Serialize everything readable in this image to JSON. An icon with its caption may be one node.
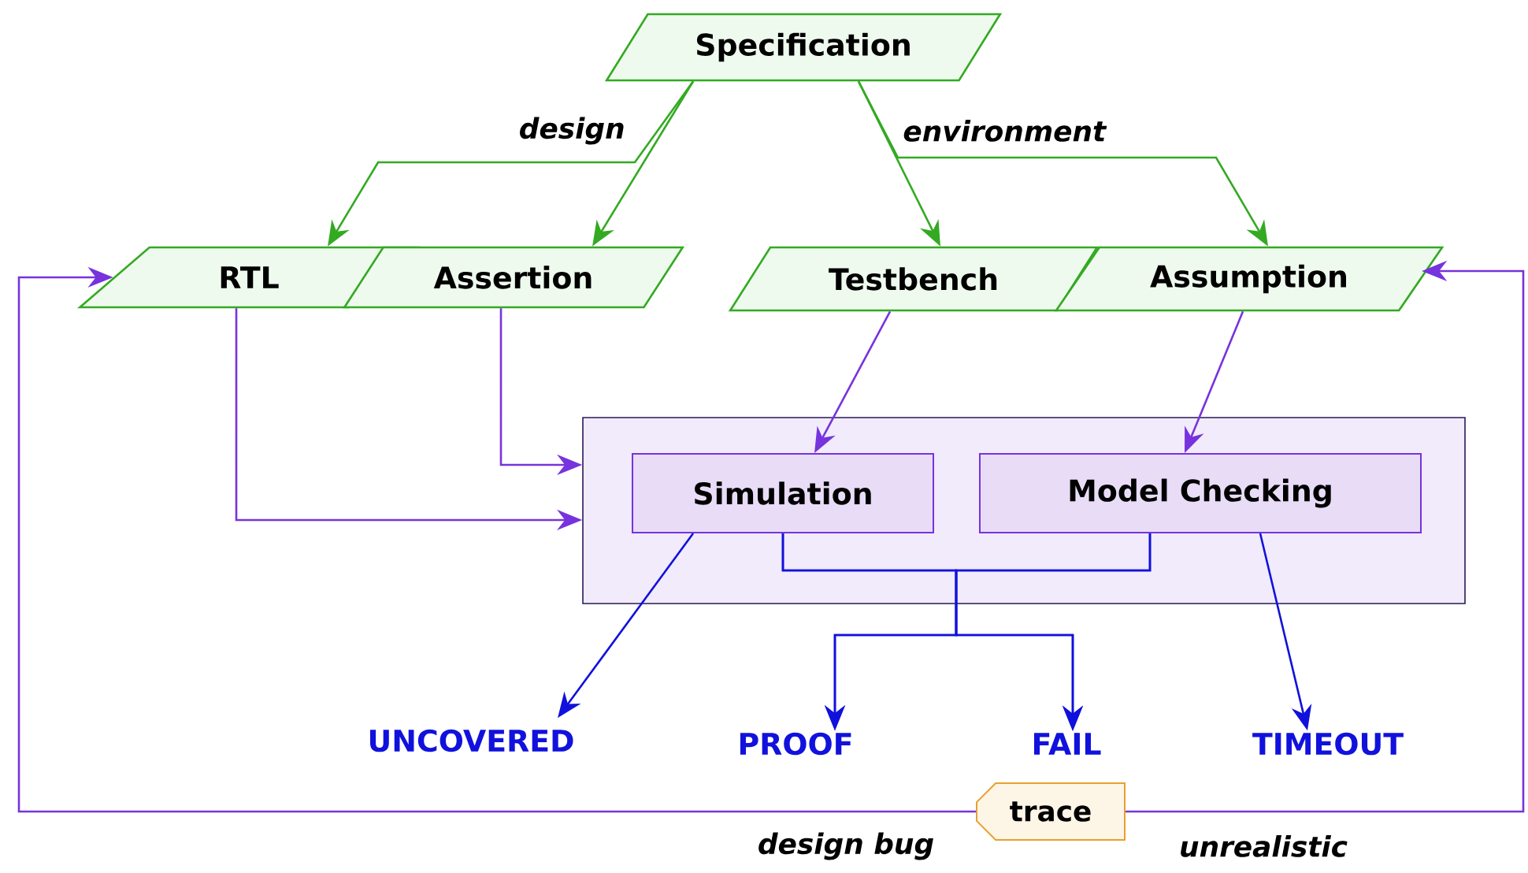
{
  "diagram": {
    "nodes": [
      {
        "text": [
          "Specification"
        ]
      },
      {
        "text": [
          "RTL"
        ]
      },
      {
        "text": [
          "Assertion"
        ]
      },
      {
        "text": [
          "Testbench"
        ]
      },
      {
        "text": [
          "Assumption"
        ]
      },
      {
        "text": [],
        "shape": "box"
      },
      {
        "text": [
          "Simulation"
        ],
        "in": 5
      },
      {
        "text": [
          "Model Checking"
        ],
        "in": 5
      },
      {
        "text": [
          "UNCOVERED"
        ]
      },
      {
        "text": [
          "PROOF"
        ]
      },
      {
        "text": [
          "FAIL"
        ]
      },
      {
        "text": [
          "TIMEOUT"
        ]
      },
      {
        "text": [
          "trace"
        ]
      }
    ],
    "edges": [
      {
        "from": 0,
        "to": 1,
        "arrow": "to",
        "label": "design",
        "color": "#33aa22"
      },
      {
        "from": 0,
        "to": 2,
        "arrow": "to",
        "color": "#33aa22"
      },
      {
        "from": 0,
        "to": 3,
        "arrow": "to",
        "color": "#33aa22"
      },
      {
        "from": 0,
        "to": 4,
        "arrow": "to",
        "label": "environment",
        "color": "#33aa22"
      },
      {
        "from": 1,
        "to": 5,
        "arrow": "to",
        "color": "#7733dd"
      },
      {
        "from": 2,
        "to": 5,
        "arrow": "to",
        "color": "#7733dd"
      },
      {
        "from": 3,
        "to": 6,
        "arrow": "to",
        "color": "#7733dd"
      },
      {
        "from": 4,
        "to": 7,
        "arrow": "to",
        "color": "#7733dd"
      },
      {
        "from": 6,
        "to": 8,
        "arrow": "to",
        "color": "#1111dd"
      },
      {
        "from": 6,
        "to": 9,
        "arrow": "to",
        "color": "#1111dd"
      },
      {
        "from": 6,
        "to": 10,
        "arrow": "to",
        "color": "#1111dd"
      },
      {
        "from": 7,
        "to": 9,
        "arrow": "to",
        "color": "#1111dd"
      },
      {
        "from": 7,
        "to": 10,
        "arrow": "to",
        "color": "#1111dd"
      },
      {
        "from": 7,
        "to": 11,
        "arrow": "to",
        "color": "#1111dd"
      },
      {
        "from": 12,
        "to": 1,
        "arrow": "to",
        "label": "design bug",
        "color": "#7733dd"
      },
      {
        "from": 12,
        "to": 4,
        "arrow": "to",
        "label": "unrealistic",
        "color": "#7733dd"
      }
    ]
  }
}
